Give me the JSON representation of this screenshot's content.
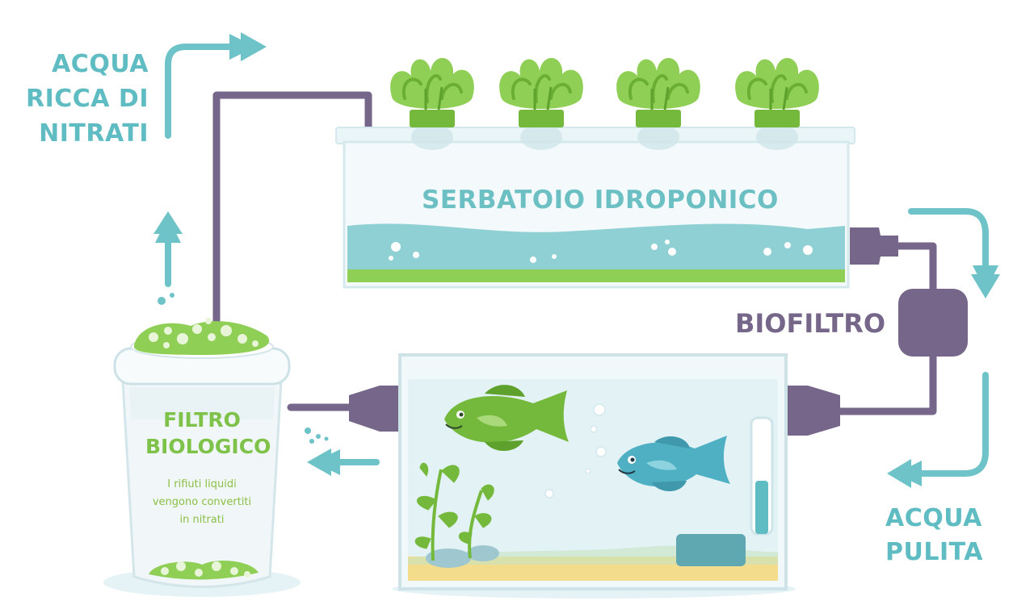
{
  "labels": {
    "nitrate_water": [
      "ACQUA",
      "RICCA DI",
      "NITRATI"
    ],
    "hydroponic_tank": "SERBATOIO IDROPONICO",
    "biofilter": "BIOFILTRO",
    "bio_filter": [
      "FILTRO",
      "BIOLOGICO"
    ],
    "bio_filter_desc": [
      "I rifiuti liquidi",
      "vengono convertiti",
      "in nitrati"
    ],
    "clean_water": [
      "ACQUA",
      "PULITA"
    ]
  },
  "icons": [
    "lettuce-icon",
    "fish-icon",
    "aquatic-plant-icon",
    "flow-arrow-icon",
    "pump-icon"
  ],
  "colors": {
    "teal": "#5fbcc2",
    "green": "#7ec24a",
    "purple": "#75668a",
    "water": "#8fd0d4",
    "sand": "#f3dc8c"
  }
}
